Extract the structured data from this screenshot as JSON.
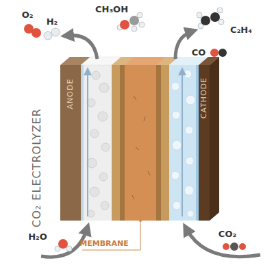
{
  "diagram": {
    "title": "CO₂ ELECTROLYZER",
    "nodes": [
      {
        "text": [
          "ANODE"
        ]
      },
      {
        "text": [
          "CATHODE"
        ]
      }
    ],
    "labels": [
      "O₂",
      "H₂",
      "CH₃OH",
      "C₂H₄",
      "CO",
      "H₂O",
      "CO₂",
      "MEMBRANE"
    ]
  }
}
